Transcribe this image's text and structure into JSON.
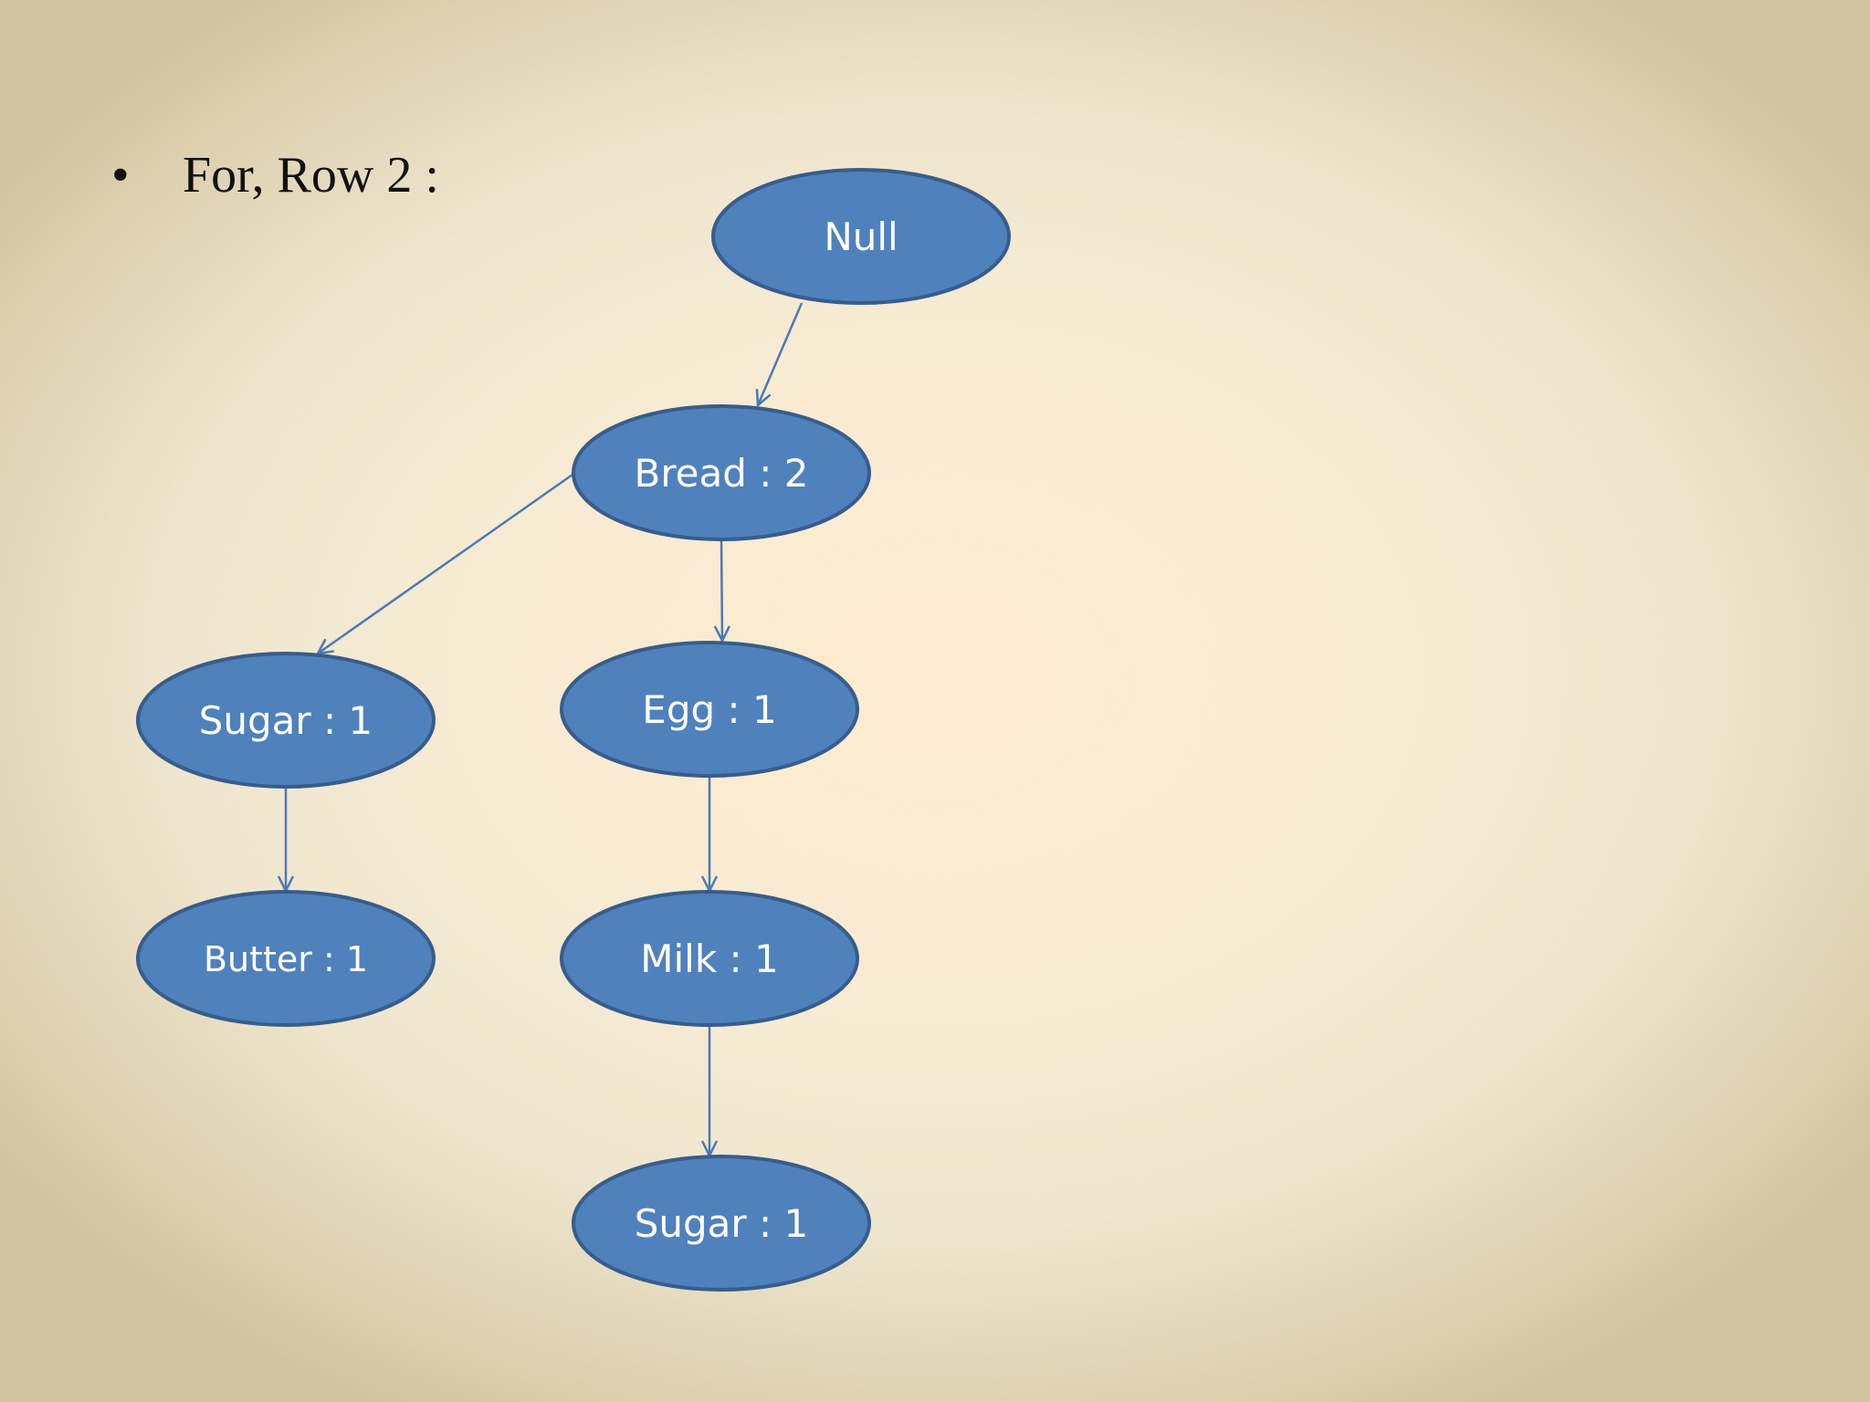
{
  "slide": {
    "bullet": "•",
    "title": "For, Row 2 :"
  },
  "tree": {
    "nodes": [
      {
        "id": "null",
        "label": "Null"
      },
      {
        "id": "bread",
        "label": "Bread : 2"
      },
      {
        "id": "sugar-left",
        "label": "Sugar : 1"
      },
      {
        "id": "egg",
        "label": "Egg : 1"
      },
      {
        "id": "butter",
        "label": "Butter : 1"
      },
      {
        "id": "milk",
        "label": "Milk : 1"
      },
      {
        "id": "sugar-bottom",
        "label": "Sugar : 1"
      }
    ],
    "edges": [
      {
        "from": "null",
        "to": "bread"
      },
      {
        "from": "bread",
        "to": "sugar-left"
      },
      {
        "from": "bread",
        "to": "egg"
      },
      {
        "from": "sugar-left",
        "to": "butter"
      },
      {
        "from": "egg",
        "to": "milk"
      },
      {
        "from": "milk",
        "to": "sugar-bottom"
      }
    ]
  },
  "colors": {
    "node_fill": "#4f81bd",
    "node_stroke": "#385d8a",
    "edge": "#4a7ab5"
  }
}
